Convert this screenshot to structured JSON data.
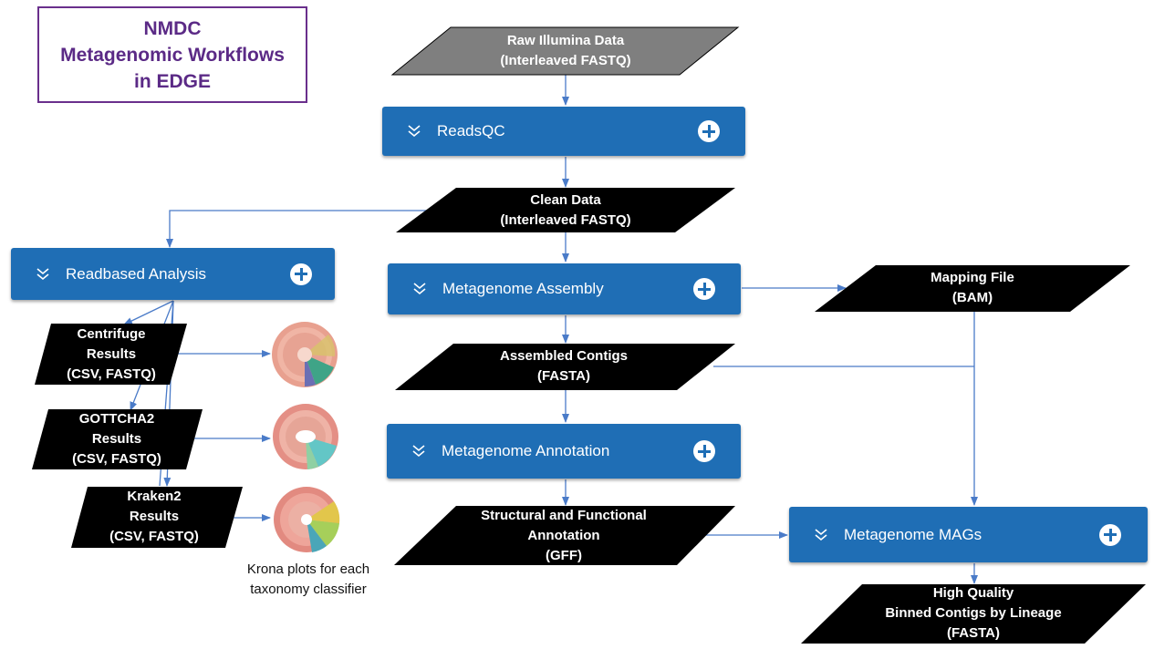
{
  "title": {
    "line1": "NMDC",
    "line2": "Metagenomic Workflows",
    "line3": "in EDGE"
  },
  "data_nodes": {
    "raw": {
      "line1": "Raw Illumina Data",
      "line2": "(Interleaved FASTQ)",
      "fill": "#7f7f7f"
    },
    "clean": {
      "line1": "Clean Data",
      "line2": "(Interleaved FASTQ)",
      "fill": "#000000"
    },
    "mapping": {
      "line1": "Mapping File",
      "line2": "(BAM)",
      "fill": "#000000"
    },
    "contigs": {
      "line1": "Assembled Contigs",
      "line2": "(FASTA)",
      "fill": "#000000"
    },
    "annotation": {
      "line1": "Structural and Functional",
      "line2": "Annotation",
      "line3": "(GFF)",
      "fill": "#000000"
    },
    "mags_out": {
      "line1": "High Quality",
      "line2": "Binned Contigs by Lineage",
      "line3": "(FASTA)",
      "fill": "#000000"
    },
    "centrifuge": {
      "line1": "Centrifuge",
      "line2": "Results",
      "line3": "(CSV, FASTQ)",
      "fill": "#000000"
    },
    "gottcha2": {
      "line1": "GOTTCHA2",
      "line2": "Results",
      "line3": "(CSV, FASTQ)",
      "fill": "#000000"
    },
    "kraken2": {
      "line1": "Kraken2",
      "line2": "Results",
      "line3": "(CSV, FASTQ)",
      "fill": "#000000"
    }
  },
  "workflow_panels": {
    "readsqc": {
      "label": "ReadsQC",
      "expand_icon": "chevron-double-down-icon",
      "add_icon": "plus-circle-icon"
    },
    "readbased": {
      "label": "Readbased Analysis",
      "expand_icon": "chevron-double-down-icon",
      "add_icon": "plus-circle-icon"
    },
    "assembly": {
      "label": "Metagenome Assembly",
      "expand_icon": "chevron-double-down-icon",
      "add_icon": "plus-circle-icon"
    },
    "annotation": {
      "label": "Metagenome Annotation",
      "expand_icon": "chevron-double-down-icon",
      "add_icon": "plus-circle-icon"
    },
    "mags": {
      "label": "Metagenome MAGs",
      "expand_icon": "chevron-double-down-icon",
      "add_icon": "plus-circle-icon"
    }
  },
  "krona": {
    "caption_line1": "Krona plots for each",
    "caption_line2": "taxonomy classifier"
  },
  "colors": {
    "panel": "#1f6eb5",
    "arrow": "#4a7bc8",
    "title": "#5b2a86",
    "title_border": "#6a2f8c",
    "krona_base": "#e8a08f"
  }
}
